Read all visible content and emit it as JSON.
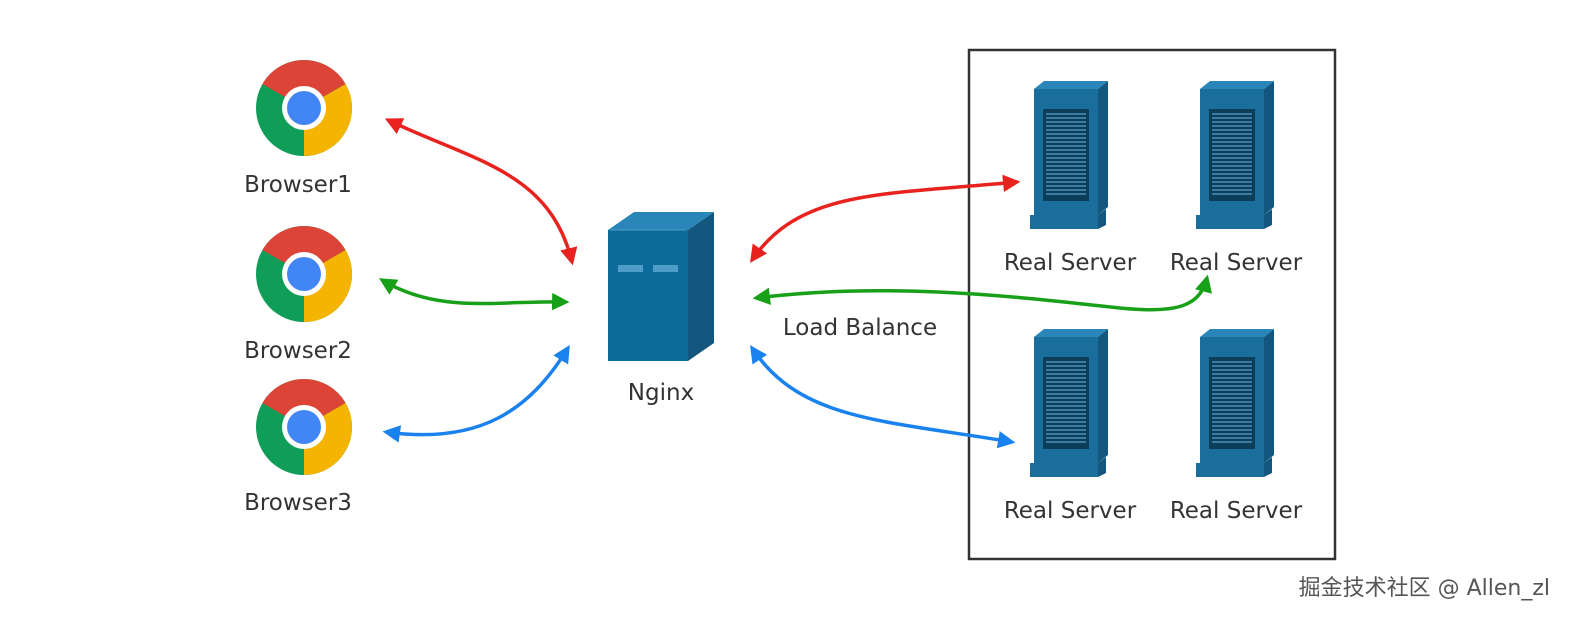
{
  "browsers": [
    {
      "label": "Browser1",
      "icon": "chrome-icon"
    },
    {
      "label": "Browser2",
      "icon": "chrome-icon"
    },
    {
      "label": "Browser3",
      "icon": "chrome-icon"
    }
  ],
  "proxy": {
    "label": "Nginx",
    "icon": "server-tower-icon"
  },
  "balancer": {
    "label": "Load Balance"
  },
  "servers": [
    {
      "label": "Real Server",
      "icon": "rack-server-icon"
    },
    {
      "label": "Real Server",
      "icon": "rack-server-icon"
    },
    {
      "label": "Real Server",
      "icon": "rack-server-icon"
    },
    {
      "label": "Real Server",
      "icon": "rack-server-icon"
    }
  ],
  "connections": [
    {
      "from": "Browser1",
      "to": "Nginx",
      "color": "#e8231f"
    },
    {
      "from": "Browser2",
      "to": "Nginx",
      "color": "#18a018"
    },
    {
      "from": "Browser3",
      "to": "Nginx",
      "color": "#1a82ef"
    },
    {
      "from": "Nginx",
      "to": "Real Server (top-left)",
      "color": "#e8231f"
    },
    {
      "from": "Nginx",
      "to": "Real Server (top-right)",
      "color": "#18a018"
    },
    {
      "from": "Nginx",
      "to": "Real Server (bottom-left)",
      "color": "#1a82ef"
    }
  ],
  "colors": {
    "server_blue": "#1a6e9c",
    "chrome_red": "#db4437",
    "chrome_yellow": "#f4b400",
    "chrome_green": "#0f9d58",
    "chrome_blue": "#4285f4"
  },
  "watermark": "掘金技术社区 @ Allen_zl"
}
